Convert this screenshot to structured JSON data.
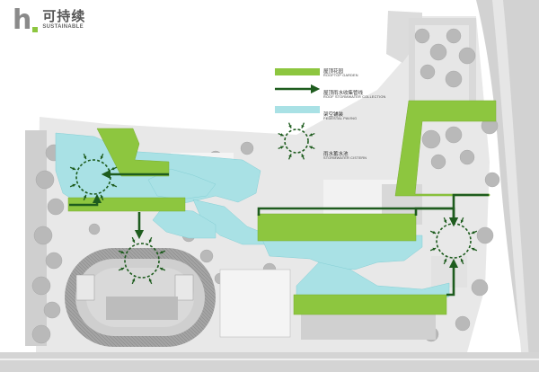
{
  "brand": {
    "letter": "h",
    "title_cn": "可持续",
    "title_en": "SUSTAINABLE"
  },
  "legend": {
    "items": [
      {
        "key": "roof-garden",
        "label_cn": "屋顶花园",
        "label_en": "ROOFTOP GARDEN",
        "swatch": "bar",
        "color": "#8dc63f"
      },
      {
        "key": "stormwater-collection",
        "label_cn": "屋顶雨水收集管线",
        "label_en": "ROOF STORMWATER COLLECTION",
        "swatch": "arrow",
        "color": "#1e5c1e"
      },
      {
        "key": "pedestal-paving",
        "label_cn": "架空铺装",
        "label_en": "PEDESTAL PAVING",
        "swatch": "bar",
        "color": "#a9e1e5"
      },
      {
        "key": "cistern",
        "label_cn": "雨水蓄水池",
        "label_en": "STORMWATER CISTERN",
        "swatch": "circle",
        "color": "#1e5c1e"
      }
    ]
  },
  "colors": {
    "green": "#8dc63f",
    "dark_green": "#1e5c1e",
    "cyan": "#a9e1e5",
    "gray_light": "#e4e4e4",
    "gray_mid": "#c9c9c9",
    "gray_dark": "#9a9a9a",
    "tree": "#b4b4b4"
  },
  "icons": {
    "cistern": "dashed-circle-with-inward-arrows",
    "flow": "arrow-right"
  }
}
